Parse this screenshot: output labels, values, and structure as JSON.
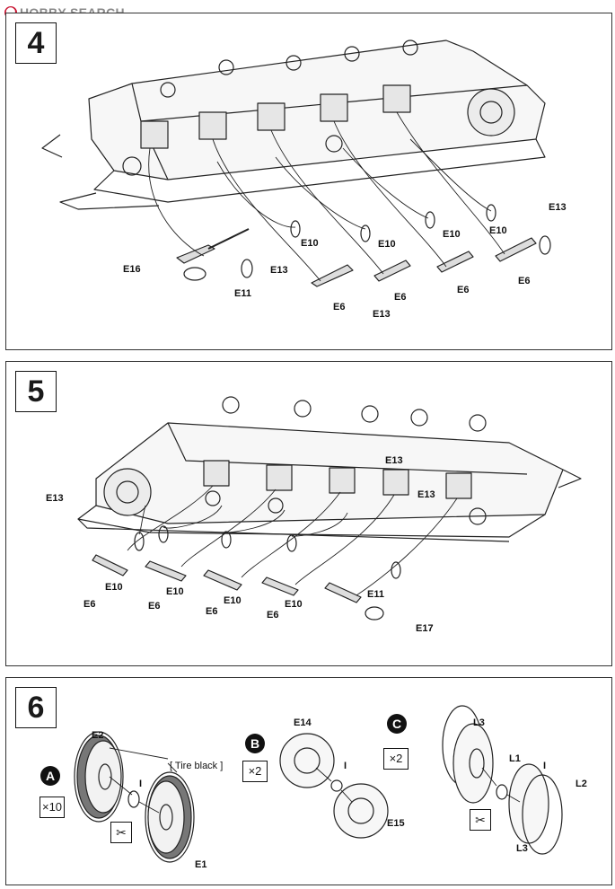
{
  "watermark": {
    "text": "HOBBY SEARCH"
  },
  "steps": [
    {
      "number": "4",
      "labels": {
        "e16": "E16",
        "e11": "E11",
        "e13a": "E13",
        "e10a": "E10",
        "e10b": "E10",
        "e10c": "E10",
        "e10d": "E10",
        "e13b": "E13",
        "e6a": "E6",
        "e6b": "E6",
        "e6c": "E6",
        "e6d": "E6",
        "e13c": "E13"
      }
    },
    {
      "number": "5",
      "labels": {
        "e13a": "E13",
        "e13b": "E13",
        "e13c": "E13",
        "e10a": "E10",
        "e10b": "E10",
        "e10c": "E10",
        "e10d": "E10",
        "e6a": "E6",
        "e6b": "E6",
        "e6c": "E6",
        "e6d": "E6",
        "e11": "E11",
        "e17": "E17"
      }
    },
    {
      "number": "6",
      "groups": [
        {
          "badge": "A",
          "qty": "10",
          "labels": {
            "e2": "E2",
            "i": "I",
            "e1": "E1"
          },
          "note": "[ Tire black ]"
        },
        {
          "badge": "B",
          "qty": "2",
          "labels": {
            "e14": "E14",
            "i": "I",
            "e15": "E15"
          }
        },
        {
          "badge": "C",
          "qty": "2",
          "labels": {
            "l3a": "L3",
            "l1": "L1",
            "i": "I",
            "l2": "L2",
            "l3b": "L3"
          }
        }
      ]
    }
  ],
  "qty_prefix": "×"
}
